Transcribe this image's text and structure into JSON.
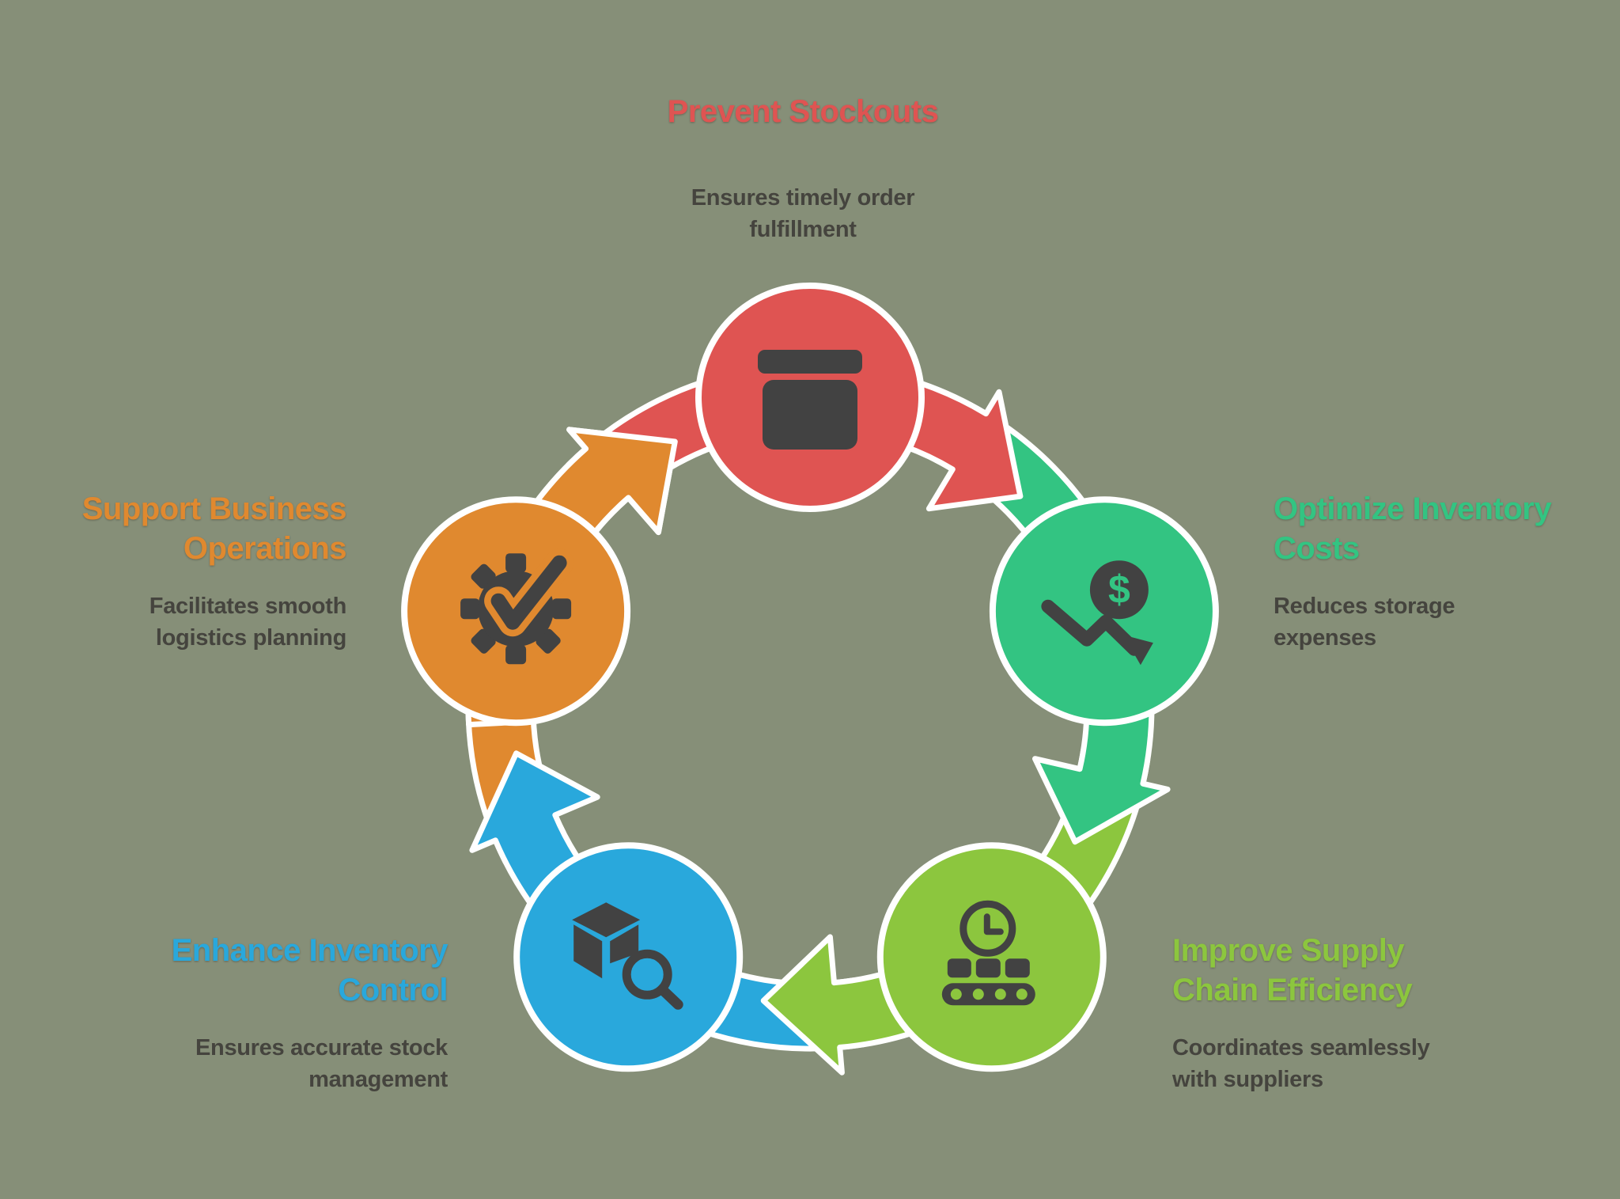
{
  "diagram": {
    "type": "cycle",
    "direction": "clockwise",
    "cycle_order": [
      "prevent-stockouts",
      "optimize-inventory-costs",
      "improve-supply-chain-efficiency",
      "enhance-inventory-control",
      "support-business-operations"
    ]
  },
  "colors": {
    "background": "#868F78",
    "icon_dark": "#424242",
    "subtitle_text": "#45443E",
    "outline": "#FFFFFF"
  },
  "nodes": [
    {
      "id": "prevent-stockouts",
      "color": "#DF5452",
      "icon": "storage-box-icon",
      "title_lines": [
        "Prevent Stockouts"
      ],
      "subtitle_lines": [
        "Ensures timely order",
        "fulfillment"
      ]
    },
    {
      "id": "optimize-inventory-costs",
      "color": "#33C482",
      "icon": "dollar-decline-icon",
      "icon_text": "$",
      "title_lines": [
        "Optimize Inventory",
        "Costs"
      ],
      "subtitle_lines": [
        "Reduces storage",
        "expenses"
      ]
    },
    {
      "id": "improve-supply-chain-efficiency",
      "color": "#8CC63E",
      "icon": "clock-conveyor-icon",
      "title_lines": [
        "Improve Supply",
        "Chain Efficiency"
      ],
      "subtitle_lines": [
        "Coordinates seamlessly",
        "with suppliers"
      ]
    },
    {
      "id": "enhance-inventory-control",
      "color": "#29A8DC",
      "icon": "cube-magnifier-icon",
      "title_lines": [
        "Enhance Inventory",
        "Control"
      ],
      "subtitle_lines": [
        "Ensures accurate stock",
        "management"
      ]
    },
    {
      "id": "support-business-operations",
      "color": "#E0892F",
      "icon": "gear-checkmark-icon",
      "title_lines": [
        "Support Business",
        "Operations"
      ],
      "subtitle_lines": [
        "Facilitates smooth",
        "logistics planning"
      ]
    }
  ]
}
